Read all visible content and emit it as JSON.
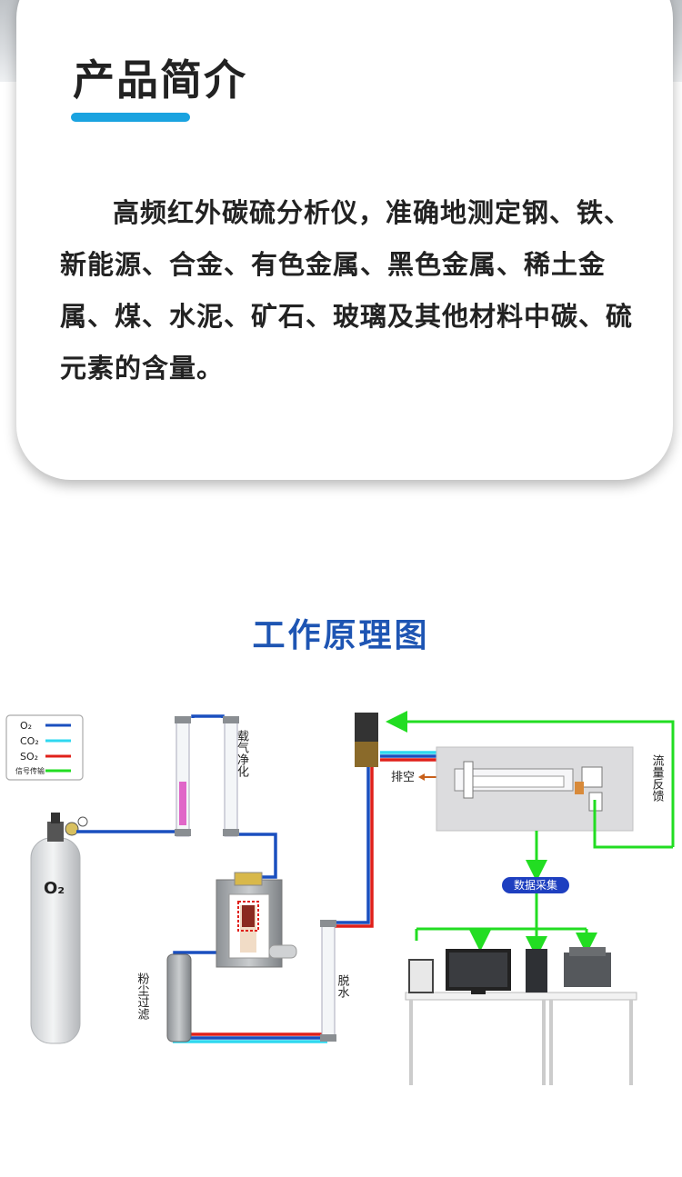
{
  "intro": {
    "title": "产品简介",
    "paragraph": "高频红外碳硫分析仪，准确地测定钢、铁、新能源、合金、有色金属、黑色金属、稀土金属、煤、水泥、矿石、玻璃及其他材料中碳、硫元素的含量。"
  },
  "principle": {
    "title": "工作原理图",
    "legend": [
      "O₂",
      "CO₂",
      "SO₂",
      "信号传输"
    ],
    "legend_colors": {
      "o2": "#1a4fbf",
      "co2": "#2fd8f0",
      "so2": "#e0201a",
      "signal": "#22dd22"
    },
    "cylinder_label": "O₂",
    "labels": {
      "purify": "载气净化",
      "dust": "粉尘过滤",
      "dehydrate": "脱水",
      "exhaust": "排空",
      "flow_feedback": "流量反馈",
      "data_collect": "数据采集"
    }
  }
}
